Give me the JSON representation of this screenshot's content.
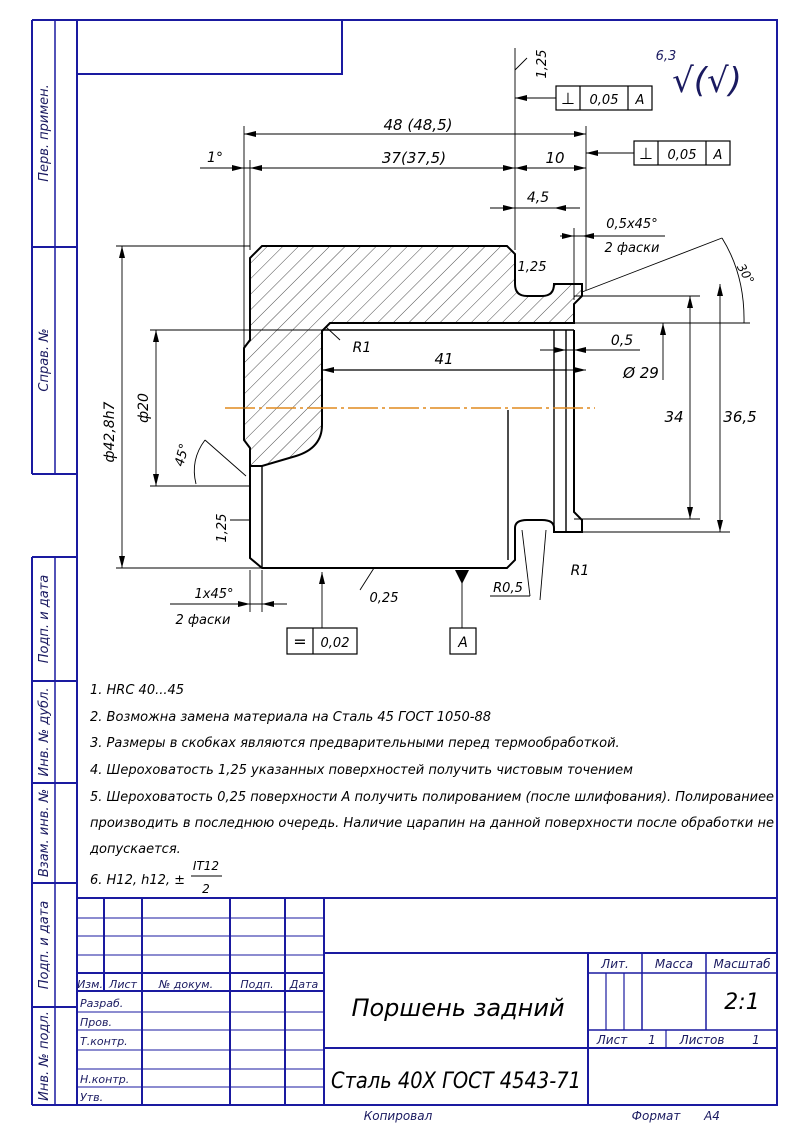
{
  "side_stamps": [
    "Перв. примен.",
    "Справ. №",
    "Подп. и дата",
    "Инв. № дубл.",
    "Взам. инв. №",
    "Подп. и дата",
    "Инв. № подл."
  ],
  "dimensions": {
    "d48": "48 (48,5)",
    "d37": "37(37,5)",
    "d10": "10",
    "d1deg": "1°",
    "d45": "4,5",
    "chamfer_right": "0,5x45°",
    "chamfer_right_2": "2 фаски",
    "r125_top": "1,25",
    "r125_corner": "1,25",
    "r125_left": "1,25",
    "r1_top": "R1",
    "d41": "41",
    "d05": "0,5",
    "d29": "Ø 29",
    "d34": "34",
    "d365": "36,5",
    "d20": "ф20",
    "d428": "ф42,8h7",
    "ang45": "45°",
    "ang30": "30°",
    "chamfer_left": "1x45°",
    "chamfer_left_2": "2 фаски",
    "r025": "0,25",
    "r05": "R0,5",
    "r1_bot": "R1"
  },
  "roughness": {
    "value": "6,3",
    "symbol": "√(√)"
  },
  "tolerance_frames": [
    {
      "symbol": "⊥",
      "value": "0,05",
      "datum": "A"
    },
    {
      "symbol": "⊥",
      "value": "0,05",
      "datum": "A"
    },
    {
      "symbol": "=",
      "value": "0,02",
      "datum": ""
    }
  ],
  "datum_label": "A",
  "notes": [
    "1. HRC 40...45",
    "2. Возможна замена материала на Сталь 45 ГОСТ 1050-88",
    "3. Размеры в скобках являются предварительными перед термообработкой.",
    "4. Шероховатость 1,25 указанных поверхностей получить чистовым точением",
    "5. Шероховатость 0,25 поверхности А получить полированием (после шлифования). Полированиее",
    "производить в последнюю очередь. Наличие царапин на данной поверхности после обработки не",
    "допускается.",
    "6. H12, h12, ±"
  ],
  "note6_fraction": {
    "num": "IT12",
    "den": "2"
  },
  "title_block": {
    "headers": [
      "Изм.",
      "Лист",
      "№ докум.",
      "Подп.",
      "Дата"
    ],
    "roles": [
      "Разраб.",
      "Пров.",
      "Т.контр.",
      "",
      "Н.контр.",
      "Утв."
    ],
    "title": "Поршень задний",
    "material": "Сталь 40Х ГОСТ 4543-71",
    "lit_label": "Лит.",
    "mass_label": "Масса",
    "scale_label": "Масштаб",
    "scale": "2:1",
    "sheet_label": "Лист",
    "sheet_value": "1",
    "sheets_label": "Листов",
    "sheets_value": "1"
  },
  "footer": {
    "copied": "Копировал",
    "format_label": "Формат",
    "format_value": "А4"
  }
}
